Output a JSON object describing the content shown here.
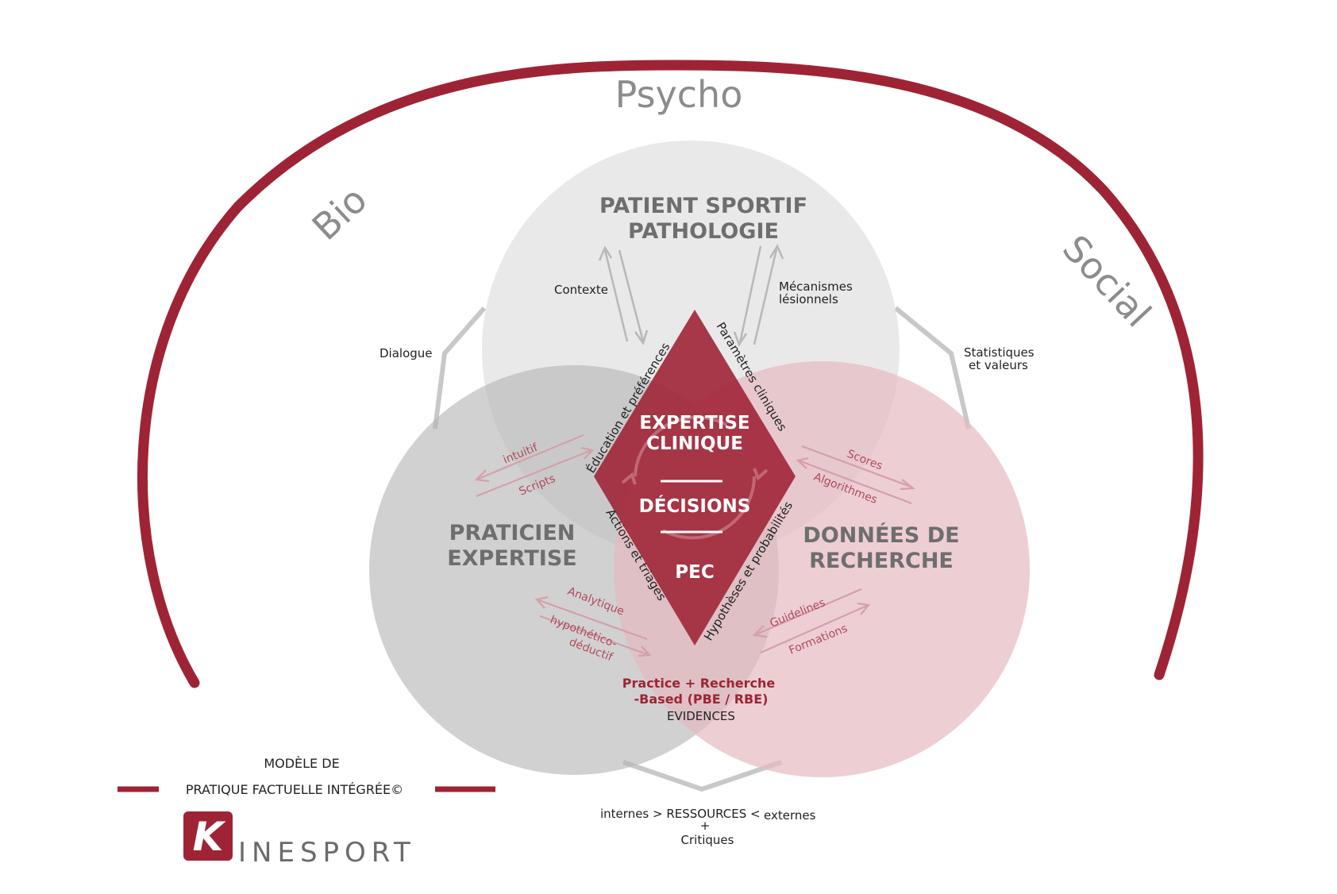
{
  "biopsychosocial": {
    "bio": "Bio",
    "psycho": "Psycho",
    "social": "Social"
  },
  "circles": {
    "patient": {
      "line1": "PATIENT SPORTIF",
      "line2": "PATHOLOGIE"
    },
    "praticien": {
      "line1": "PRATICIEN",
      "line2": "EXPERTISE"
    },
    "donnees": {
      "line1": "DONNÉES DE",
      "line2": "RECHERCHE"
    }
  },
  "labels": {
    "contexte": "Contexte",
    "mecanismes_1": "Mécanismes",
    "mecanismes_2": "lésionnels",
    "dialogue": "Dialogue",
    "statistiques_1": "Statistiques",
    "statistiques_2": "et valeurs"
  },
  "arrow_labels": {
    "intuitif": "intuitif",
    "scripts": "Scripts",
    "scores": "Scores",
    "algorithmes": "Algorithmes",
    "analytique": "Analytique",
    "hypothetico_1": "hypothético-",
    "hypothetico_2": "déductif",
    "guidelines": "Guidelines",
    "formations": "Formations"
  },
  "diamond": {
    "expertise_1": "EXPERTISE",
    "expertise_2": "CLINIQUE",
    "decisions": "DÉCISIONS",
    "pec": "PEC",
    "edge_top_left": "Éducation et préférences",
    "edge_top_right": "Paramètres cliniques",
    "edge_bottom_left": "Actions et triages",
    "edge_bottom_right": "Hypothèses et probabilités"
  },
  "evidence": {
    "line1": "Practice + Recherche",
    "line2": "-Based (PBE / RBE)",
    "line3": "EVIDENCES"
  },
  "resources": {
    "internes": "internes > RESSOURCES <",
    "externes": "externes",
    "plus": "+",
    "critiques": "Critiques"
  },
  "legend": {
    "line1": "MODÈLE DE",
    "line2": "PRATIQUE FACTUELLE INTÉGRÉE©"
  },
  "logo": {
    "k": "K",
    "text": "INESPORT"
  },
  "colors": {
    "brand_red": "#9e2435",
    "diamond": "#a12a3c",
    "gray_circle": "#c9c9c9",
    "pink_circle": "#e6b9c1"
  }
}
